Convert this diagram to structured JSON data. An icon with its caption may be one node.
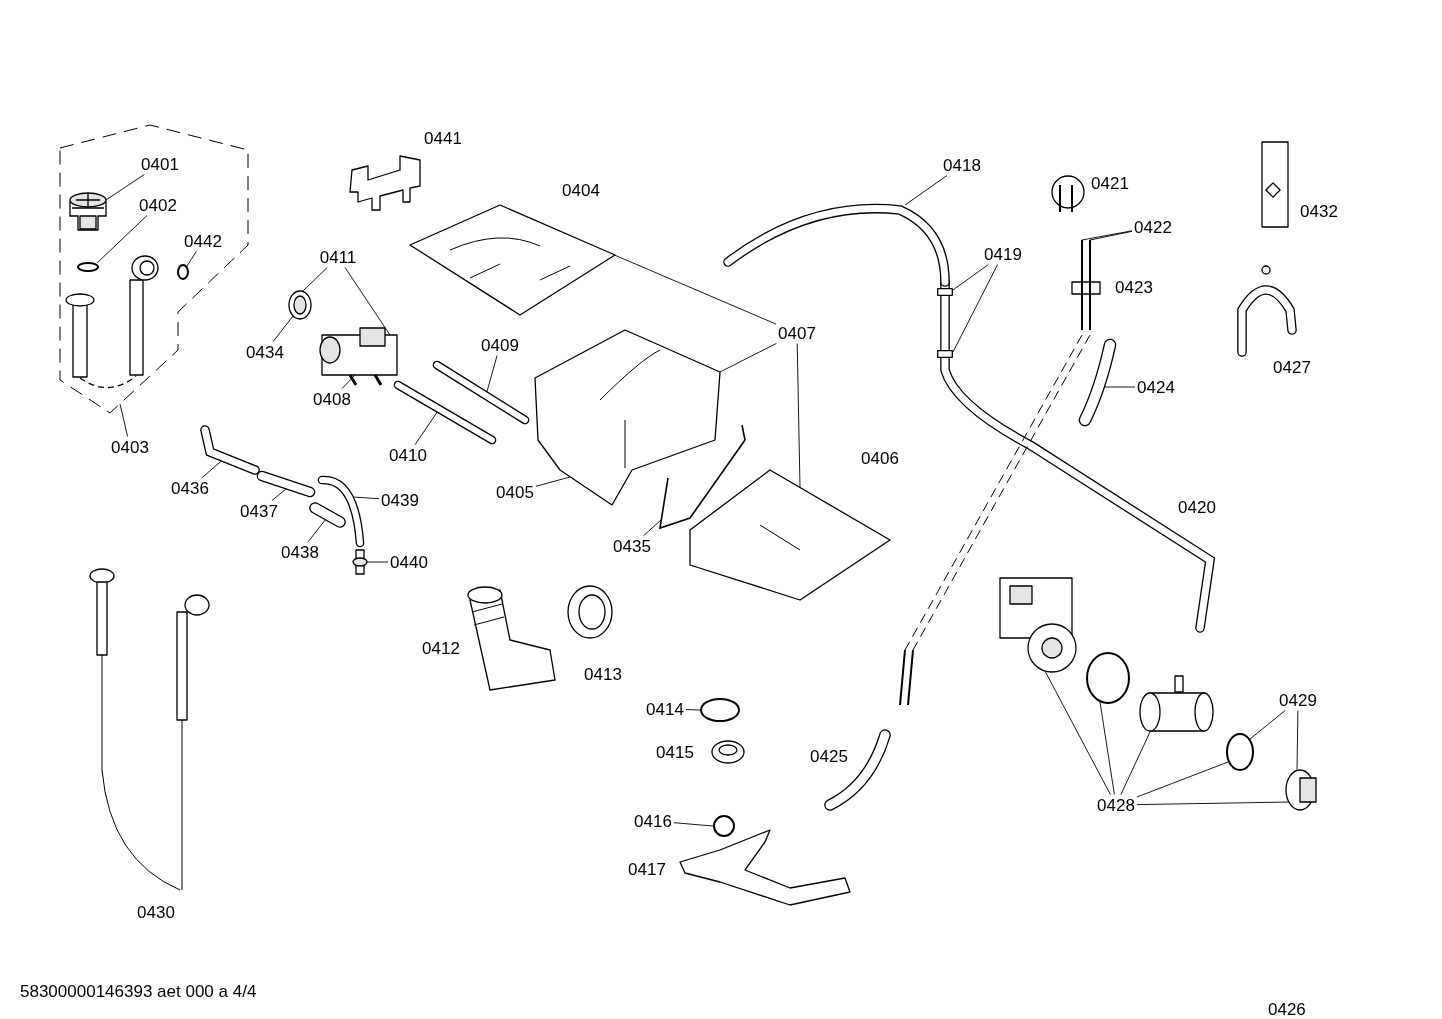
{
  "diagram": {
    "nodes": [
      {
        "text": [],
        "shape": "box"
      },
      {
        "text": [
          "0441"
        ]
      },
      {
        "text": [
          "0401"
        ],
        "in": 0
      },
      {
        "text": [
          "0418"
        ]
      },
      {
        "text": [
          "0421"
        ]
      },
      {
        "text": [
          "0404"
        ]
      },
      {
        "text": [
          "0402"
        ],
        "in": 0
      },
      {
        "text": [
          "0432"
        ]
      },
      {
        "text": [
          "0422"
        ]
      },
      {
        "text": [
          "0442"
        ],
        "in": 0
      },
      {
        "text": [
          "0419"
        ]
      },
      {
        "text": [
          "0411"
        ]
      },
      {
        "text": [
          "0423"
        ]
      },
      {
        "text": [
          "0407"
        ]
      },
      {
        "text": [
          "0434"
        ]
      },
      {
        "text": [
          "0409"
        ]
      },
      {
        "text": [
          "0427"
        ]
      },
      {
        "text": [
          "0424"
        ]
      },
      {
        "text": [
          "0408"
        ]
      },
      {
        "text": [
          "0410"
        ]
      },
      {
        "text": [
          "0403"
        ]
      },
      {
        "text": [
          "0436"
        ]
      },
      {
        "text": [
          "0406"
        ]
      },
      {
        "text": [
          "0405"
        ]
      },
      {
        "text": [
          "0439"
        ]
      },
      {
        "text": [
          "0420"
        ]
      },
      {
        "text": [
          "0437"
        ]
      },
      {
        "text": [
          "0438"
        ]
      },
      {
        "text": [
          "0435"
        ]
      },
      {
        "text": [
          "0440"
        ]
      },
      {
        "text": [
          "0412"
        ]
      },
      {
        "text": [
          "0413"
        ]
      },
      {
        "text": [
          "0429"
        ]
      },
      {
        "text": [
          "0414"
        ]
      },
      {
        "text": [
          "0415"
        ]
      },
      {
        "text": [
          "0425"
        ]
      },
      {
        "text": [
          "0428"
        ]
      },
      {
        "text": [
          "0416"
        ]
      },
      {
        "text": [
          "0417"
        ]
      },
      {
        "text": [
          "0430"
        ]
      },
      {
        "text": [],
        "shape": "picture",
        "in": 0
      },
      {
        "text": [],
        "shape": "circle",
        "in": 0
      },
      {
        "text": [],
        "shape": "circle",
        "in": 0
      },
      {
        "text": [],
        "shape": "picture"
      },
      {
        "text": [],
        "shape": "picture"
      },
      {
        "text": [],
        "shape": "picture"
      },
      {
        "text": [],
        "shape": "picture"
      },
      {
        "text": [],
        "shape": "box"
      },
      {
        "text": [],
        "shape": "picture"
      },
      {
        "text": [],
        "shape": "picture"
      },
      {
        "text": [],
        "shape": "box"
      },
      {
        "text": [],
        "shape": "picture"
      },
      {
        "text": [],
        "shape": "picture"
      },
      {
        "text": [],
        "shape": "picture"
      },
      {
        "text": [],
        "shape": "picture"
      },
      {
        "text": [],
        "shape": "picture"
      },
      {
        "text": [],
        "shape": "picture"
      },
      {
        "text": [],
        "shape": "picture"
      },
      {
        "text": [],
        "shape": "picture"
      },
      {
        "text": [],
        "shape": "picture"
      },
      {
        "text": [],
        "shape": "picture"
      },
      {
        "text": [],
        "shape": "picture"
      },
      {
        "text": [],
        "shape": "circle"
      },
      {
        "text": [],
        "shape": "picture"
      },
      {
        "text": [],
        "shape": "circle"
      },
      {
        "text": [],
        "shape": "cylinder"
      },
      {
        "text": [],
        "shape": "circle"
      },
      {
        "text": [],
        "shape": "picture"
      },
      {
        "text": [],
        "shape": "circle"
      }
    ],
    "edges": [
      {
        "from": 2,
        "to": 40,
        "arrow": "none"
      },
      {
        "from": 3,
        "to": 43,
        "arrow": "none"
      },
      {
        "from": 6,
        "to": 41,
        "arrow": "none"
      },
      {
        "from": 8,
        "to": 44,
        "arrow": "none"
      },
      {
        "from": 8,
        "to": 45,
        "arrow": "none"
      },
      {
        "from": 9,
        "to": 42,
        "arrow": "none"
      },
      {
        "from": 10,
        "to": 47,
        "arrow": "none"
      },
      {
        "from": 10,
        "to": 50,
        "arrow": "none"
      },
      {
        "from": 11,
        "to": 48,
        "arrow": "none"
      },
      {
        "from": 11,
        "to": 49,
        "arrow": "none"
      },
      {
        "from": 13,
        "to": 46,
        "arrow": "none"
      },
      {
        "from": 13,
        "to": 51,
        "arrow": "none"
      },
      {
        "from": 13,
        "to": 58,
        "arrow": "none"
      },
      {
        "from": 14,
        "to": 48,
        "arrow": "none"
      },
      {
        "from": 15,
        "to": 52,
        "arrow": "none"
      },
      {
        "from": 17,
        "to": 53,
        "arrow": "none"
      },
      {
        "from": 18,
        "to": 49,
        "arrow": "none"
      },
      {
        "from": 19,
        "to": 54,
        "arrow": "none"
      },
      {
        "from": 20,
        "to": 0,
        "arrow": "none"
      },
      {
        "from": 21,
        "to": 55,
        "arrow": "none"
      },
      {
        "from": 23,
        "to": 51,
        "arrow": "none"
      },
      {
        "from": 24,
        "to": 57,
        "arrow": "none"
      },
      {
        "from": 26,
        "to": 56,
        "arrow": "none"
      },
      {
        "from": 27,
        "to": 60,
        "arrow": "none"
      },
      {
        "from": 28,
        "to": 59,
        "arrow": "none"
      },
      {
        "from": 29,
        "to": 61,
        "arrow": "none"
      },
      {
        "from": 32,
        "to": 66,
        "arrow": "none"
      },
      {
        "from": 32,
        "to": 67,
        "arrow": "none"
      },
      {
        "from": 33,
        "to": 62,
        "arrow": "none"
      },
      {
        "from": 36,
        "to": 63,
        "arrow": "none"
      },
      {
        "from": 36,
        "to": 64,
        "arrow": "none"
      },
      {
        "from": 36,
        "to": 65,
        "arrow": "none"
      },
      {
        "from": 36,
        "to": 66,
        "arrow": "none"
      },
      {
        "from": 36,
        "to": 67,
        "arrow": "none"
      },
      {
        "from": 37,
        "to": 68,
        "arrow": "none"
      }
    ],
    "labels": [
      "58300000146393 aet 000 a 4/4",
      "0426"
    ]
  }
}
